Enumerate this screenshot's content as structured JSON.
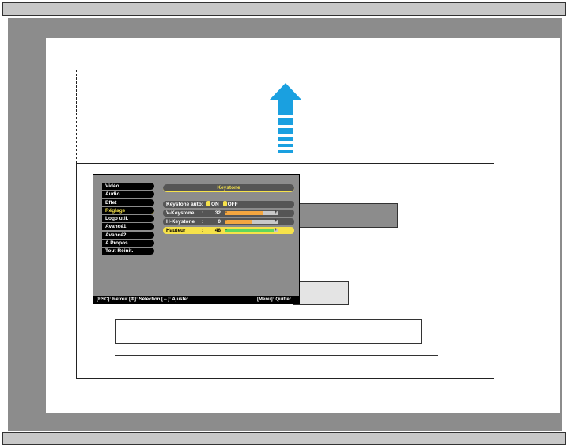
{
  "osd": {
    "menu": [
      {
        "label": "Vidéo",
        "active": false
      },
      {
        "label": "Audio",
        "active": false
      },
      {
        "label": "Effet",
        "active": false
      },
      {
        "label": "Réglage",
        "active": true
      },
      {
        "label": "Logo util.",
        "active": false
      },
      {
        "label": "Avancé1",
        "active": false
      },
      {
        "label": "Avancé2",
        "active": false
      },
      {
        "label": "A Propos",
        "active": false
      },
      {
        "label": "Tout Réinit.",
        "active": false
      }
    ],
    "title": "Keystone",
    "keystone_auto": {
      "label": "Keystone auto:",
      "on": "ON",
      "off": "OFF"
    },
    "settings": [
      {
        "label": "V-Keystone",
        "value": "32",
        "percent": 72,
        "color": "#f4a640"
      },
      {
        "label": "H-Keystone",
        "value": "0",
        "percent": 50,
        "color": "#f4a640"
      },
      {
        "label": "Hauteur",
        "value": "48",
        "percent": 92,
        "color": "#5fd65f",
        "selected": true
      }
    ],
    "slider_minus": "-",
    "slider_plus": "+",
    "colon": ":",
    "footer_left": "[ESC]: Retour [⇕]: Sélection [⇔]: Ajuster",
    "footer_right": "[Menu]: Quitter"
  },
  "colors": {
    "arrow": "#1aa0e0",
    "highlight": "#f6e24a"
  }
}
